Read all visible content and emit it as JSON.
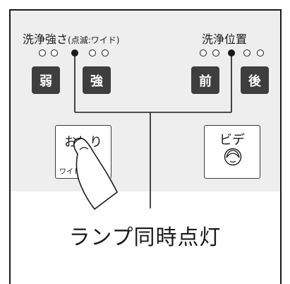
{
  "wash_strength": {
    "label": "洗浄強さ",
    "note": "(点滅:ワイド)",
    "lamps": [
      false,
      false,
      true,
      false,
      false
    ],
    "weak_label": "弱",
    "strong_label": "強"
  },
  "wash_position": {
    "label": "洗浄位置",
    "lamps": [
      false,
      false,
      true,
      false,
      false
    ],
    "front_label": "前",
    "back_label": "後"
  },
  "oshiri_button": {
    "label": "おしり",
    "sub_label": "ワイド"
  },
  "bidet_button": {
    "label": "ビデ",
    "icon": "woman-face-icon"
  },
  "caption": "ランプ同時点灯",
  "colors": {
    "panel": "#eeeeee",
    "key": "#3e3e3e",
    "ink": "#1a1a1a"
  }
}
